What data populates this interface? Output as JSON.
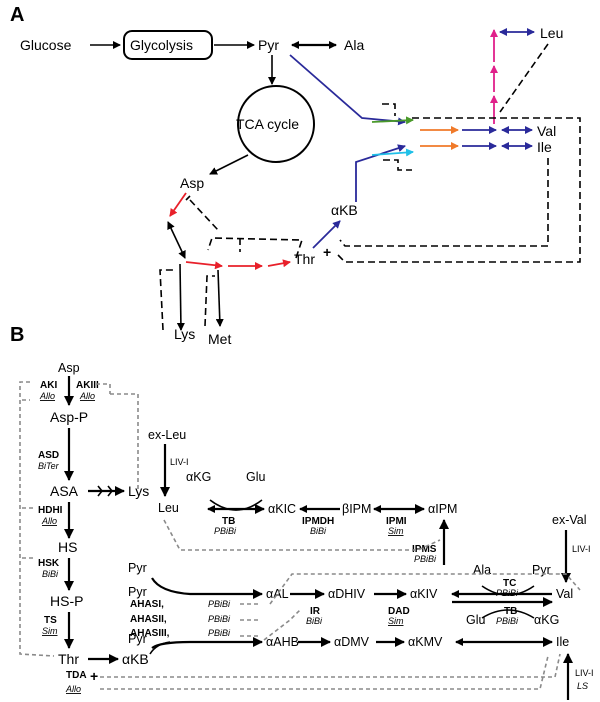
{
  "panels": {
    "a": "A",
    "b": "B"
  },
  "colors": {
    "red": "#e8202a",
    "blue": "#2a2a9a",
    "orange": "#f07a2a",
    "green": "#4a9a2a",
    "cyan": "#20c0e8",
    "magenta": "#e0208a",
    "gray": "#8a8a8a"
  },
  "panel_a": {
    "glucose": "Glucose",
    "glycolysis": "Glycolysis",
    "pyr": "Pyr",
    "ala": "Ala",
    "tca": "TCA cycle",
    "asp": "Asp",
    "thr": "Thr",
    "plus": "+",
    "akb": "αKB",
    "lys": "Lys",
    "met": "Met",
    "leu": "Leu",
    "val": "Val",
    "ile": "Ile"
  },
  "panel_b": {
    "metabolites": {
      "asp": "Asp",
      "aspp": "Asp-P",
      "asa": "ASA",
      "lys": "Lys",
      "hs": "HS",
      "hsp": "HS-P",
      "thr": "Thr",
      "akb": "αKB",
      "exleu": "ex-Leu",
      "leu": "Leu",
      "akg": "αKG",
      "glu": "Glu",
      "akic": "αKIC",
      "bipm": "βIPM",
      "aipm": "αIPM",
      "pyr1": "Pyr",
      "pyr2": "Pyr",
      "pyr3": "Pyr",
      "aal": "αAL",
      "adhiv": "αDHIV",
      "akiv": "αKIV",
      "aahb": "αAHB",
      "admv": "αDMV",
      "akmv": "αKMV",
      "ala": "Ala",
      "pyr4": "Pyr",
      "glu2": "Glu",
      "akg2": "αKG",
      "val": "Val",
      "exval": "ex-Val",
      "ile": "Ile"
    },
    "enzymes": {
      "aki": "AKI",
      "aki_k": "Allo",
      "akiii": "AKIII",
      "akiii_k": "Allo",
      "asd": "ASD",
      "asd_k": "BiTer",
      "hdhi": "HDHI",
      "hdhi_k": "Allo",
      "hsk": "HSK",
      "hsk_k": "BiBi",
      "ts": "TS",
      "ts_k": "Sim",
      "tda": "TDA",
      "tda_k": "Allo",
      "tda_plus": "+",
      "livi1": "LIV-I",
      "tb1": "TB",
      "tb1_k": "PBiBi",
      "ipmdh": "IPMDH",
      "ipmdh_k": "BiBi",
      "ipmi": "IPMI",
      "ipmi_k": "Sim",
      "ipms": "IPMS",
      "ipms_k": "PBiBi",
      "ahasi": "AHASI,",
      "ahasii": "AHASII,",
      "ahasiii": "AHASIII,",
      "ahas_k1": "PBiBi",
      "ahas_k2": "PBiBi",
      "ahas_k3": "PBiBi",
      "ir": "IR",
      "ir_k": "BiBi",
      "dad": "DAD",
      "dad_k": "Sim",
      "tc": "TC",
      "tc_k": "PBiBi",
      "tb2": "TB",
      "tb2_k": "PBiBi",
      "livi2": "LIV-I",
      "livi3": "LIV-I",
      "livi3_k": "LS"
    }
  }
}
